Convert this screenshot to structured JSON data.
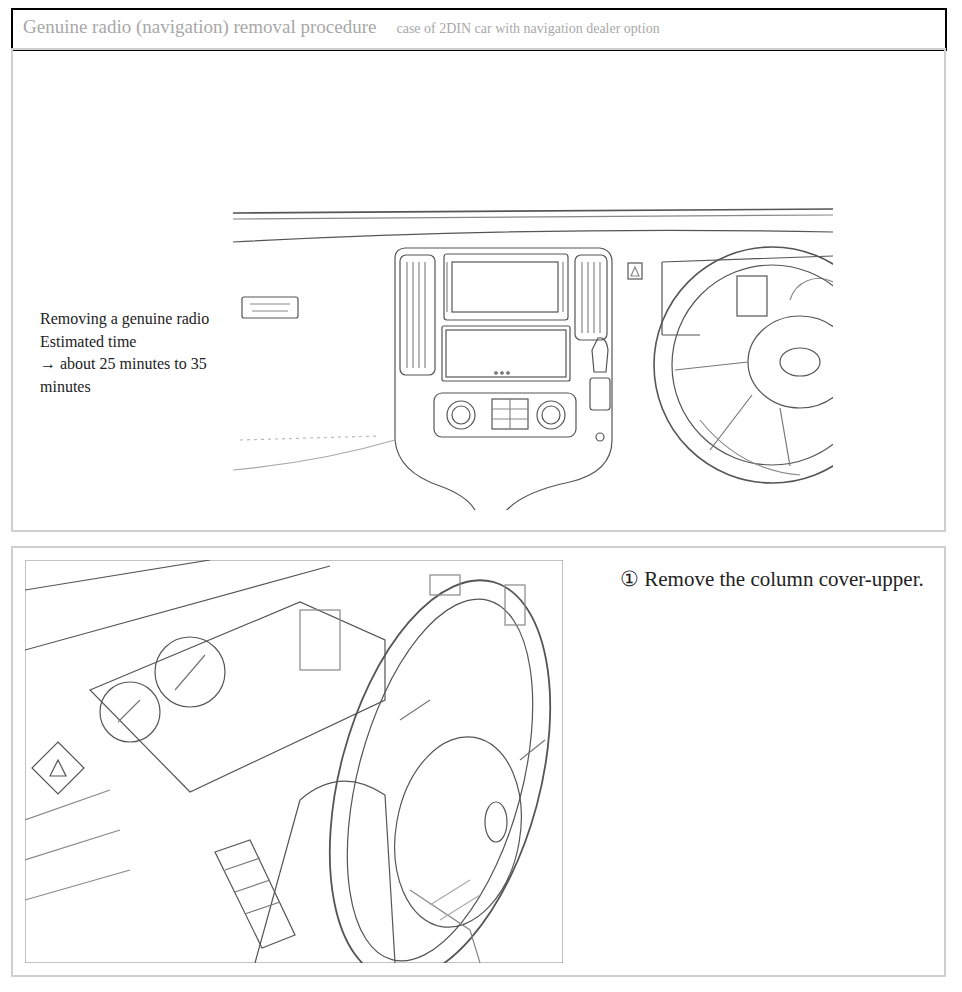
{
  "diagram": {
    "nodes": [
      {
        "text": [
          "Genuine radio (navigation) removal procedure",
          "case of 2DIN car with navigation dealer option"
        ]
      },
      {
        "text": [
          "Removing a genuine radio",
          "Estimated time",
          "→ about 25 minutes to 35 minutes"
        ]
      },
      {
        "text": [
          "① Remove the column cover-upper."
        ]
      }
    ]
  }
}
